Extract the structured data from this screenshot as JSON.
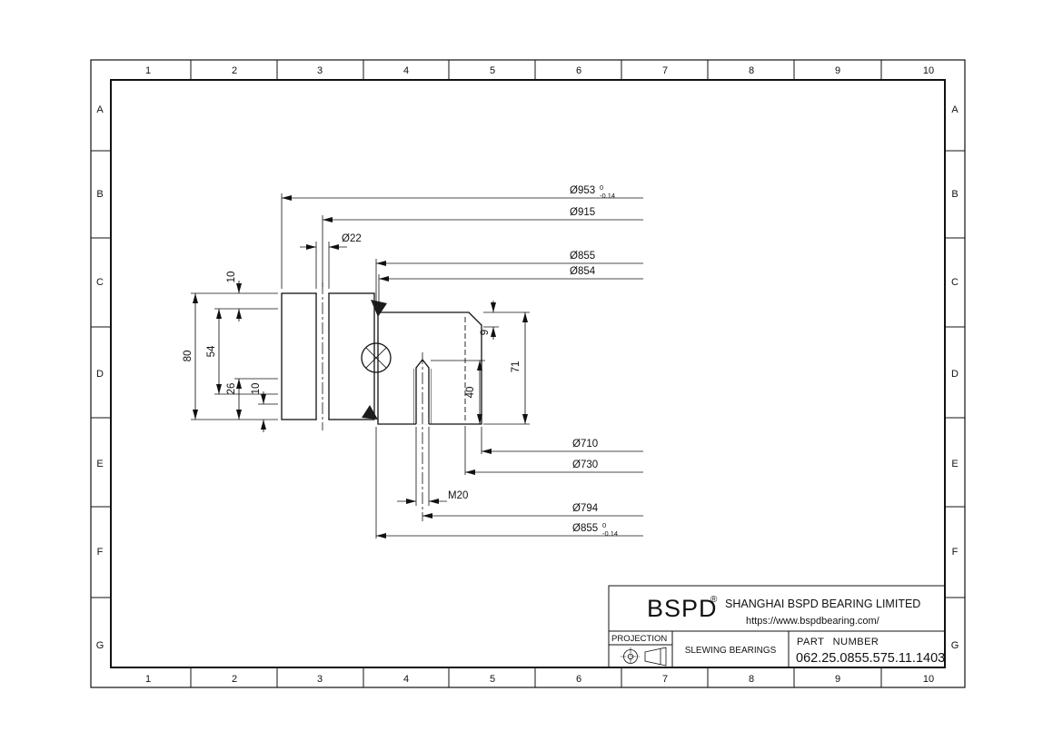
{
  "drawing": {
    "grid_columns": [
      "1",
      "2",
      "3",
      "4",
      "5",
      "6",
      "7",
      "8",
      "9",
      "10"
    ],
    "grid_rows": [
      "A",
      "B",
      "C",
      "D",
      "E",
      "F",
      "G"
    ]
  },
  "dims": {
    "d953": {
      "label": "Ø953",
      "tol_upper": "0",
      "tol_lower": "-0.14"
    },
    "d915": {
      "label": "Ø915"
    },
    "d22": {
      "label": "Ø22"
    },
    "d855": {
      "label": "Ø855"
    },
    "d854": {
      "label": "Ø854"
    },
    "d710": {
      "label": "Ø710"
    },
    "d730": {
      "label": "Ø730"
    },
    "m20": {
      "label": "M20"
    },
    "d794": {
      "label": "Ø794"
    },
    "d855_tol": {
      "label": "Ø855",
      "tol_upper": "0",
      "tol_lower": "-0.14"
    },
    "h10_top": {
      "label": "10"
    },
    "h54": {
      "label": "54"
    },
    "h80": {
      "label": "80"
    },
    "h26": {
      "label": "26"
    },
    "h10_bottom": {
      "label": "10"
    },
    "h9": {
      "label": "9"
    },
    "h71": {
      "label": "71"
    },
    "h40": {
      "label": "40"
    }
  },
  "title_block": {
    "brand": "BSPD",
    "registered_mark": "®",
    "company": "SHANGHAI BSPD BEARING LIMITED",
    "website": "https://www.bspdbearing.com/",
    "projection_label": "PROJECTION",
    "product_type": "SLEWING BEARINGS",
    "part_number_label": "PART NUMBER",
    "part_number": "062.25.0855.575.11.1403"
  },
  "colors": {
    "ink": "#111111",
    "paper": "#ffffff"
  }
}
